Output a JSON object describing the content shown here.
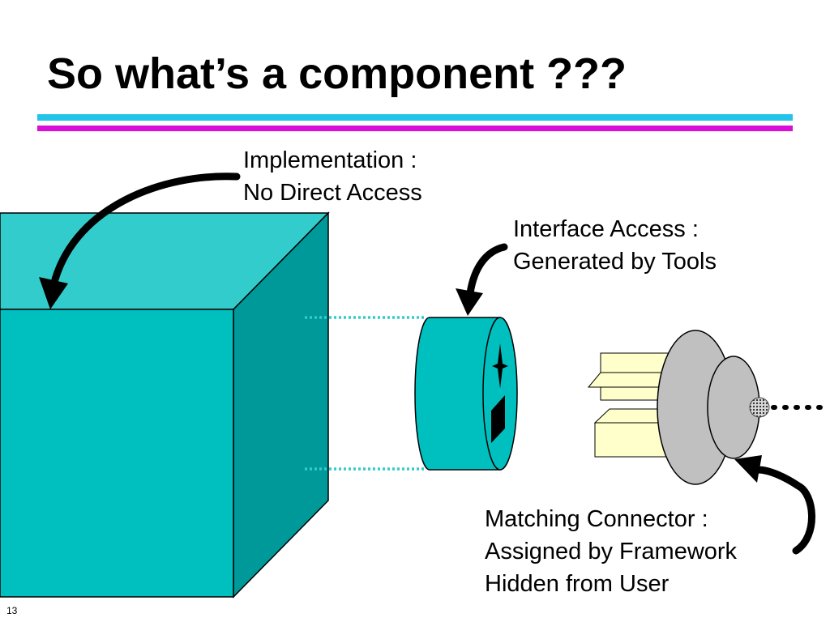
{
  "title": "So what’s a component ???",
  "labels": {
    "implementation": {
      "line1": "Implementation :",
      "line2": "No Direct Access"
    },
    "interface": {
      "line1": "Interface Access :",
      "line2": "Generated by Tools"
    },
    "connector": {
      "line1": "Matching Connector :",
      "line2": "Assigned by Framework",
      "line3": "Hidden from User"
    }
  },
  "page_number": "13",
  "colors": {
    "cube_front": "#00bfbf",
    "cube_top": "#33cccc",
    "cube_side": "#009999",
    "rule_cyan": "#22c4ea",
    "rule_magenta": "#d90fd9",
    "dotted_link": "#33cccc",
    "connector_disc": "#c0c0c0",
    "document": "#ffffcc"
  }
}
